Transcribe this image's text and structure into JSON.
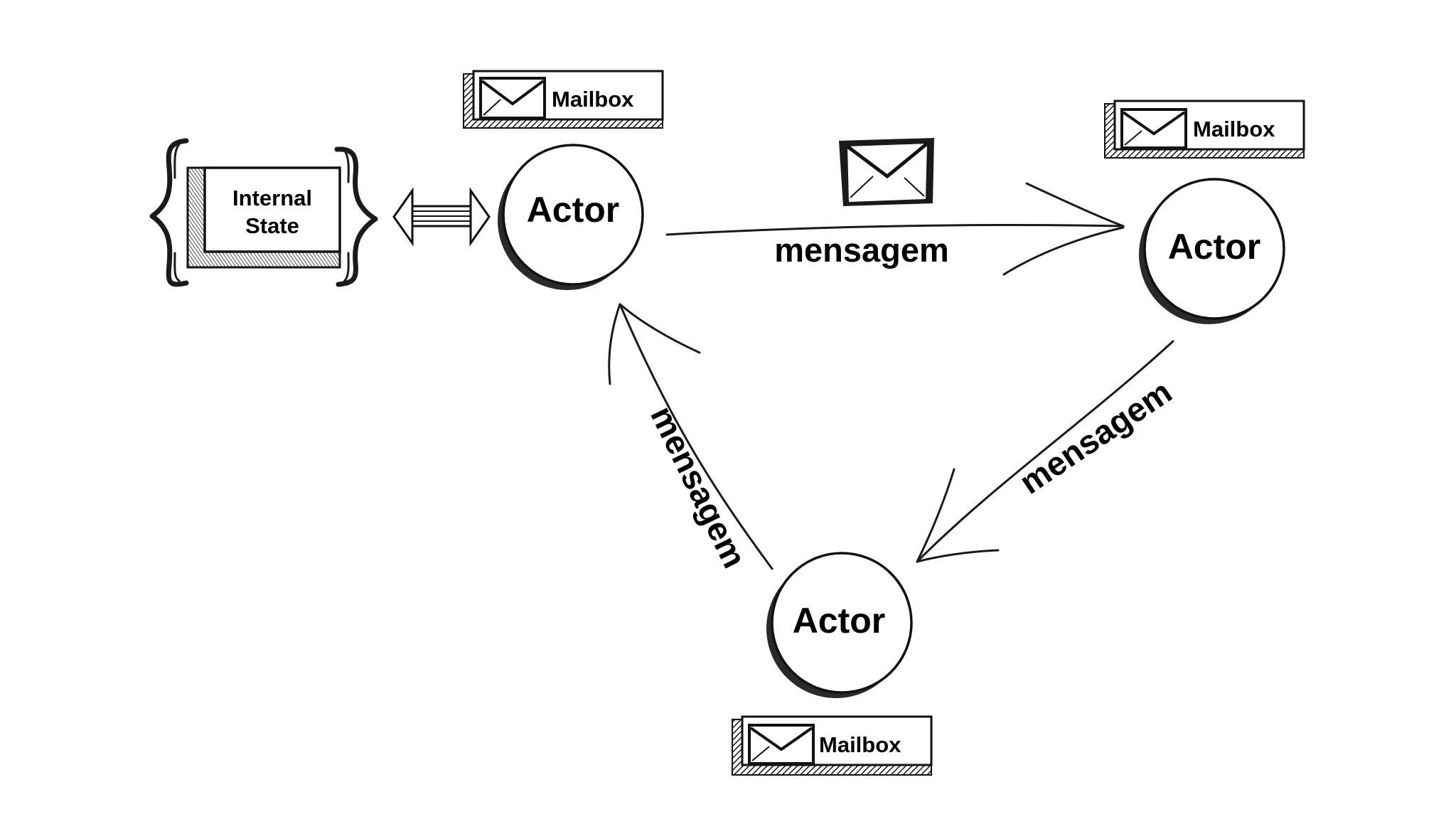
{
  "actors": [
    {
      "id": "actor-1",
      "label": "Actor"
    },
    {
      "id": "actor-2",
      "label": "Actor"
    },
    {
      "id": "actor-3",
      "label": "Actor"
    }
  ],
  "mailboxes": [
    {
      "id": "mailbox-1",
      "label": "Mailbox"
    },
    {
      "id": "mailbox-2",
      "label": "Mailbox"
    },
    {
      "id": "mailbox-3",
      "label": "Mailbox"
    }
  ],
  "internal_state": {
    "line1": "Internal",
    "line2": "State"
  },
  "messages": [
    {
      "from": "actor-1",
      "to": "actor-2",
      "label": "mensagem"
    },
    {
      "from": "actor-2",
      "to": "actor-3",
      "label": "mensagem"
    },
    {
      "from": "actor-3",
      "to": "actor-1",
      "label": "mensagem"
    }
  ],
  "colors": {
    "ink": "#000000",
    "shade": "#2a2a2a",
    "background": "#ffffff"
  }
}
